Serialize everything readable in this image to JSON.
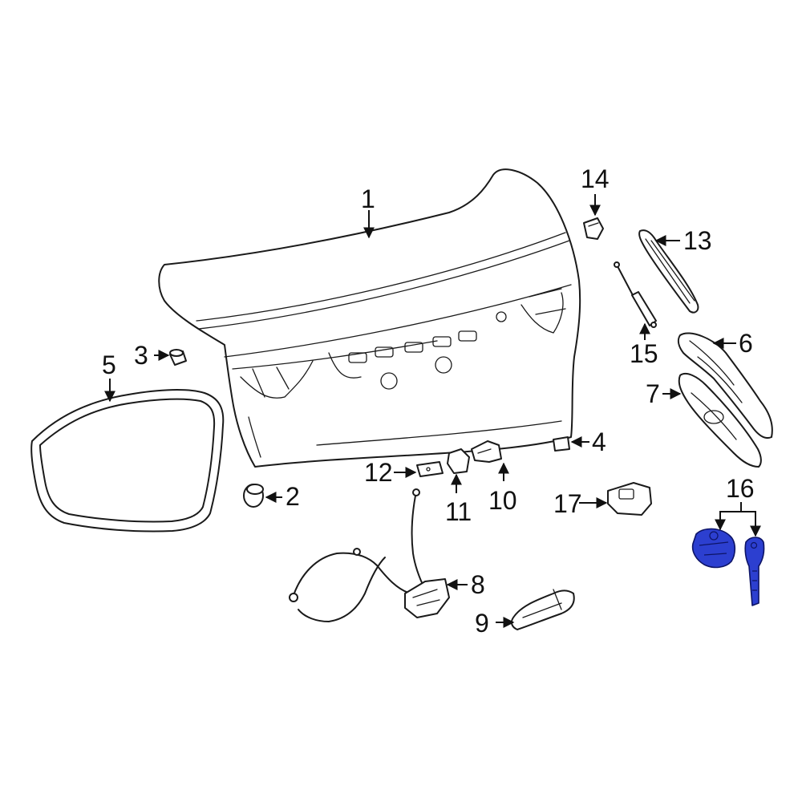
{
  "callouts": {
    "c1": "1",
    "c2": "2",
    "c3": "3",
    "c4": "4",
    "c5": "5",
    "c6": "6",
    "c7": "7",
    "c8": "8",
    "c9": "9",
    "c10": "10",
    "c11": "11",
    "c12": "12",
    "c13": "13",
    "c14": "14",
    "c15": "15",
    "c16": "16",
    "c17": "17"
  },
  "colors": {
    "highlight": "#2c3fd0",
    "line": "#1a1a1a",
    "background": "#ffffff"
  }
}
